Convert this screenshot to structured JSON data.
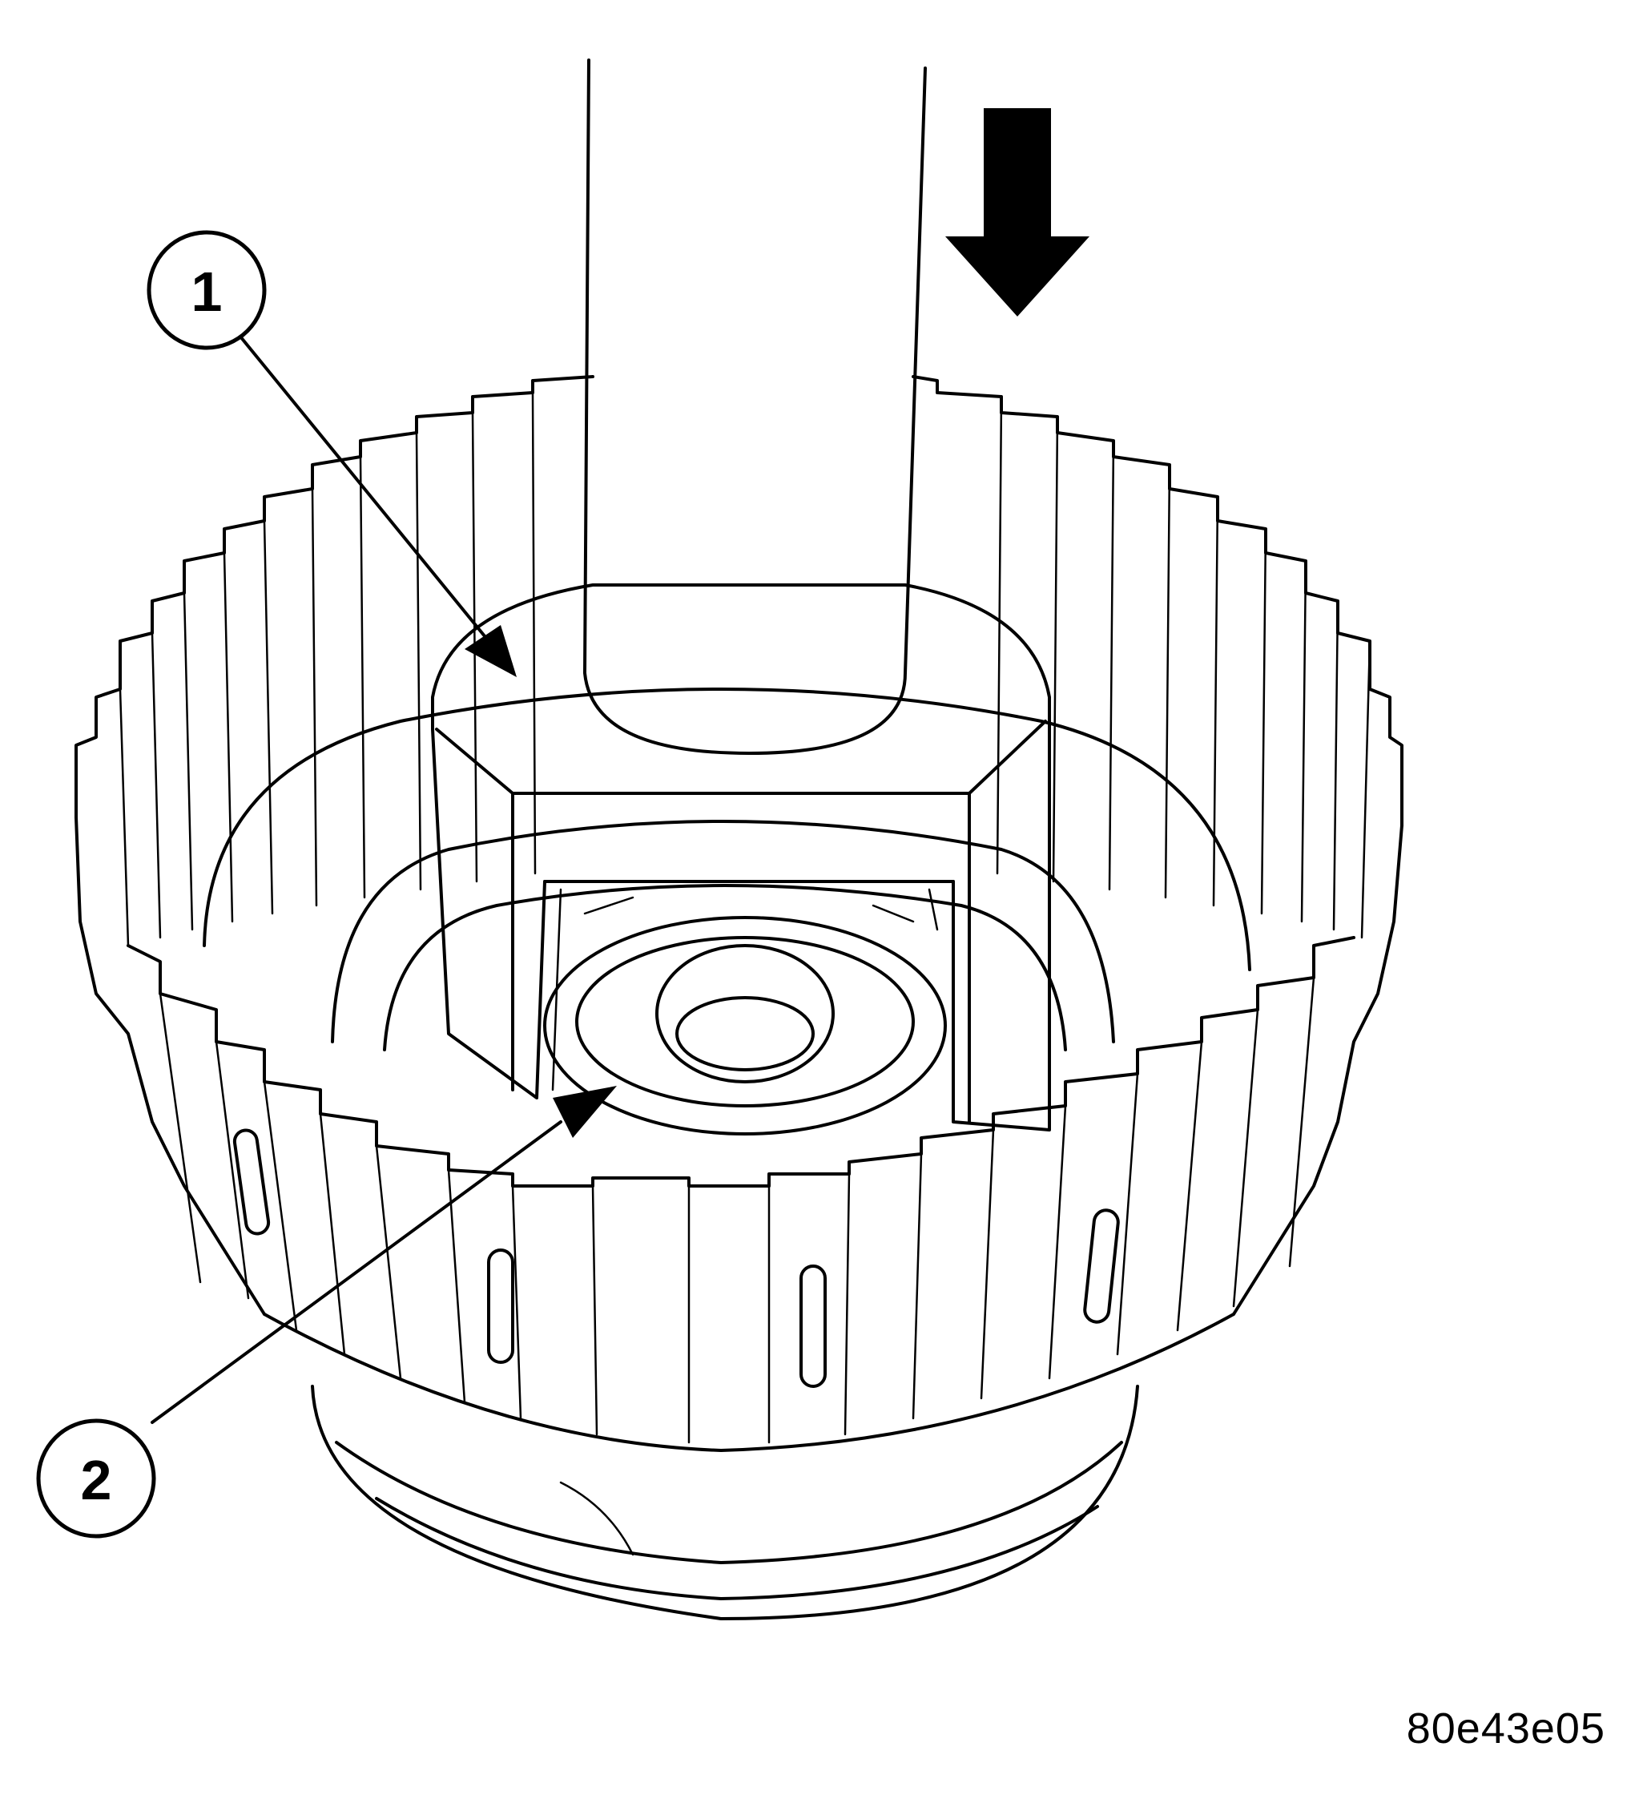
{
  "callouts": [
    {
      "number": "1"
    },
    {
      "number": "2"
    }
  ],
  "figure_id": "80e43e05",
  "colors": {
    "ink": "#000000",
    "paper": "#ffffff"
  },
  "icons": {
    "direction_arrow": "arrow-down-icon"
  }
}
